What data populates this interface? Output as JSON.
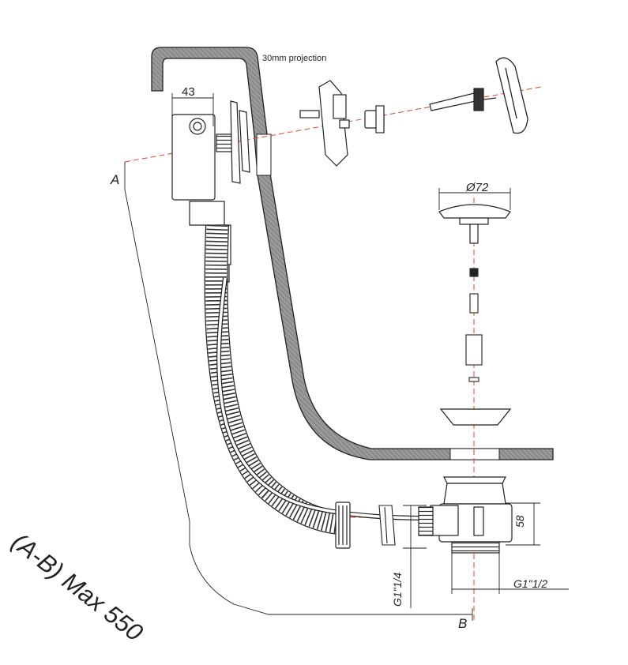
{
  "diagram": {
    "projection_note": "30mm projection",
    "dimension_width": "43",
    "dimension_diameter": "Ø72",
    "point_a": "A",
    "point_b": "B",
    "range_note": "(A-B) Max 550",
    "dimension_height": "58",
    "thread_overflow": "G1\"1/4",
    "thread_waste": "G1\"1/2"
  },
  "colors": {
    "line": "#222222",
    "centerline": "#e0452b",
    "tub_fill": "#9a9a9a"
  }
}
